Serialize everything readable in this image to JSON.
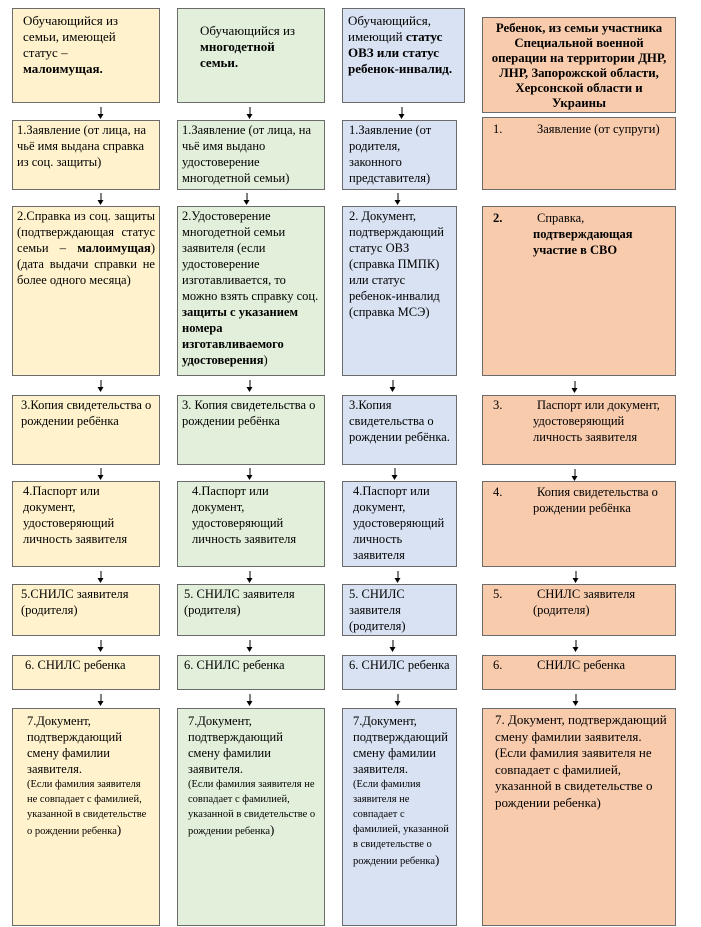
{
  "columns": [
    {
      "header": {
        "pre": "Обучающийся из семьи, имеющей статус –",
        "bold": "малоимущая."
      },
      "steps": [
        {
          "text": "1.Заявление (от лица, на чьё имя выдана справка из соц. защиты)"
        },
        {
          "pre": "2.Справка из соц. защиты (подтверждающая статус семьи –",
          "bold": "малоимущая",
          "post": ") (дата выдачи справки не более одного месяца)"
        },
        {
          "text": "3.Копия свидетельства о рождении ребёнка"
        },
        {
          "text": "4.Паспорт или документ, удостоверяющий личность заявителя"
        },
        {
          "text": "5.СНИЛС заявителя (родителя)"
        },
        {
          "text": "6. СНИЛС ребенка"
        },
        {
          "text": "7.Документ, подтверждающий смену фамилии заявителя.",
          "small": "(Если фамилия заявителя не совпадает с фамилией, указанной в свидетельстве о рождении ребенка",
          "close": ")"
        }
      ]
    },
    {
      "header": {
        "pre": "Обучающийся из",
        "bold": "многодетной семьи."
      },
      "steps": [
        {
          "text": "1.Заявление (от лица, на чьё имя выдано удостоверение многодетной семьи)"
        },
        {
          "pre": "2.Удостоверение многодетной семьи заявителя (если удостоверение изготавливается, то можно взять справку соц.",
          "bold": "защиты с указанием номера изготавливаемого удостоверения",
          "post": ")"
        },
        {
          "text": "3. Копия свидетельства о рождении ребёнка"
        },
        {
          "text": "4.Паспорт или документ, удостоверяющий личность заявителя"
        },
        {
          "text": "5. СНИЛС заявителя (родителя)"
        },
        {
          "text": "6. СНИЛС ребенка"
        },
        {
          "text": "7.Документ, подтверждающий смену фамилии заявителя.",
          "small": "(Если фамилия заявителя не совпадает с фамилией, указанной в свидетельстве о рождении ребенка",
          "close": ")"
        }
      ]
    },
    {
      "header": {
        "pre": "Обучающийся, имеющий",
        "bold": "статус ОВЗ или статус ребенок-инвалид."
      },
      "steps": [
        {
          "text": "1.Заявление (от родителя, законного представителя)"
        },
        {
          "text": "2. Документ, подтверждающий статус ОВЗ (справка ПМПК) или статус ребенок-инвалид (справка МСЭ)"
        },
        {
          "text": "3.Копия свидетельства о рождении ребёнка."
        },
        {
          "text": "4.Паспорт или документ, удостоверяющий личность заявителя"
        },
        {
          "text": "5. СНИЛС заявителя (родителя)"
        },
        {
          "text": "6. СНИЛС ребенка"
        },
        {
          "text": "7.Документ, подтверждающий смену фамилии заявителя.",
          "small": "(Если фамилия заявителя не совпадает с фамилией, указанной в свидетельстве о рождении ребенка",
          "close": ")"
        }
      ]
    },
    {
      "header": {
        "bold": "Ребенок, из семьи участника Специальной военной операции на территории ДНР, ЛНР, Запорожской области, Херсонской области и Украины"
      },
      "steps": [
        {
          "num": "1.",
          "text": "Заявление (от супруги)"
        },
        {
          "num": "2.",
          "pre": "Справка,",
          "bold": "подтверждающая участие в СВО"
        },
        {
          "num": "3.",
          "text": "Паспорт или документ, удостоверяющий личность заявителя"
        },
        {
          "num": "4.",
          "text": "Копия свидетельства о рождении ребёнка"
        },
        {
          "num": "5.",
          "text": "СНИЛС заявителя (родителя)"
        },
        {
          "num": "6.",
          "text": "СНИЛС ребенка"
        },
        {
          "text": "7. Документ, подтверждающий смену фамилии заявителя.",
          "note": "(Если фамилия заявителя не совпадает с фамилией, указанной в свидетельстве о рождении ребенка)"
        }
      ]
    }
  ],
  "colors": {
    "col1": "#fff2cc",
    "col2": "#e2efda",
    "col3": "#d9e2f3",
    "col4": "#f8cbad"
  }
}
